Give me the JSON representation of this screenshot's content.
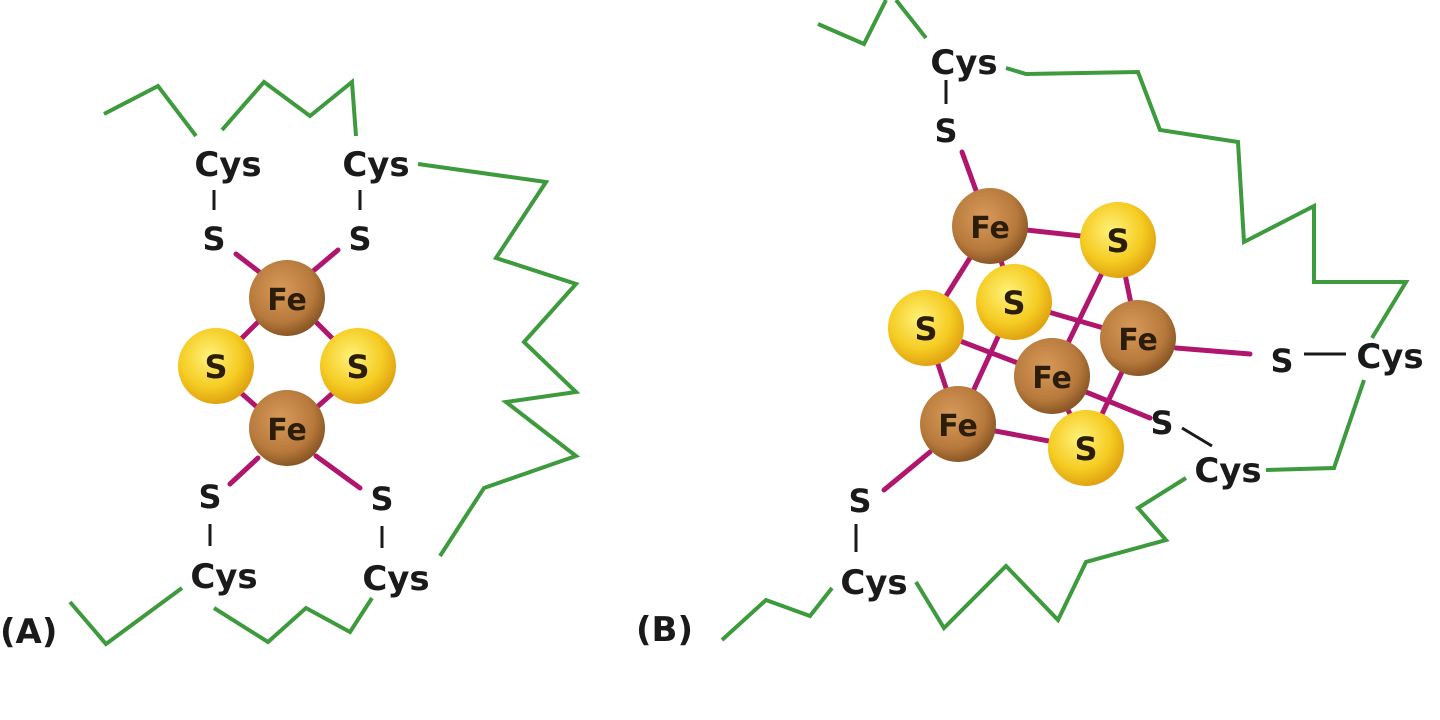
{
  "panels": [
    {
      "id": "A",
      "label": "(A)",
      "cys": [
        "Cys",
        "Cys",
        "Cys",
        "Cys"
      ],
      "ligand_s": [
        "S",
        "S",
        "S",
        "S"
      ],
      "fe": [
        "Fe",
        "Fe"
      ],
      "bridge_s": [
        "S",
        "S"
      ]
    },
    {
      "id": "B",
      "label": "(B)",
      "cys": [
        "Cys",
        "Cys",
        "Cys",
        "Cys"
      ],
      "ligand_s": [
        "S",
        "S",
        "S",
        "S"
      ],
      "fe": [
        "Fe",
        "Fe",
        "Fe",
        "Fe"
      ],
      "bridge_s": [
        "S",
        "S",
        "S",
        "S"
      ]
    }
  ],
  "colors": {
    "backbone": "#3d9a3d",
    "fe_s_bond": "#b0166e",
    "fe_atom": "#b87a3c",
    "s_atom": "#f2c31c",
    "text": "#1a1a1a"
  }
}
